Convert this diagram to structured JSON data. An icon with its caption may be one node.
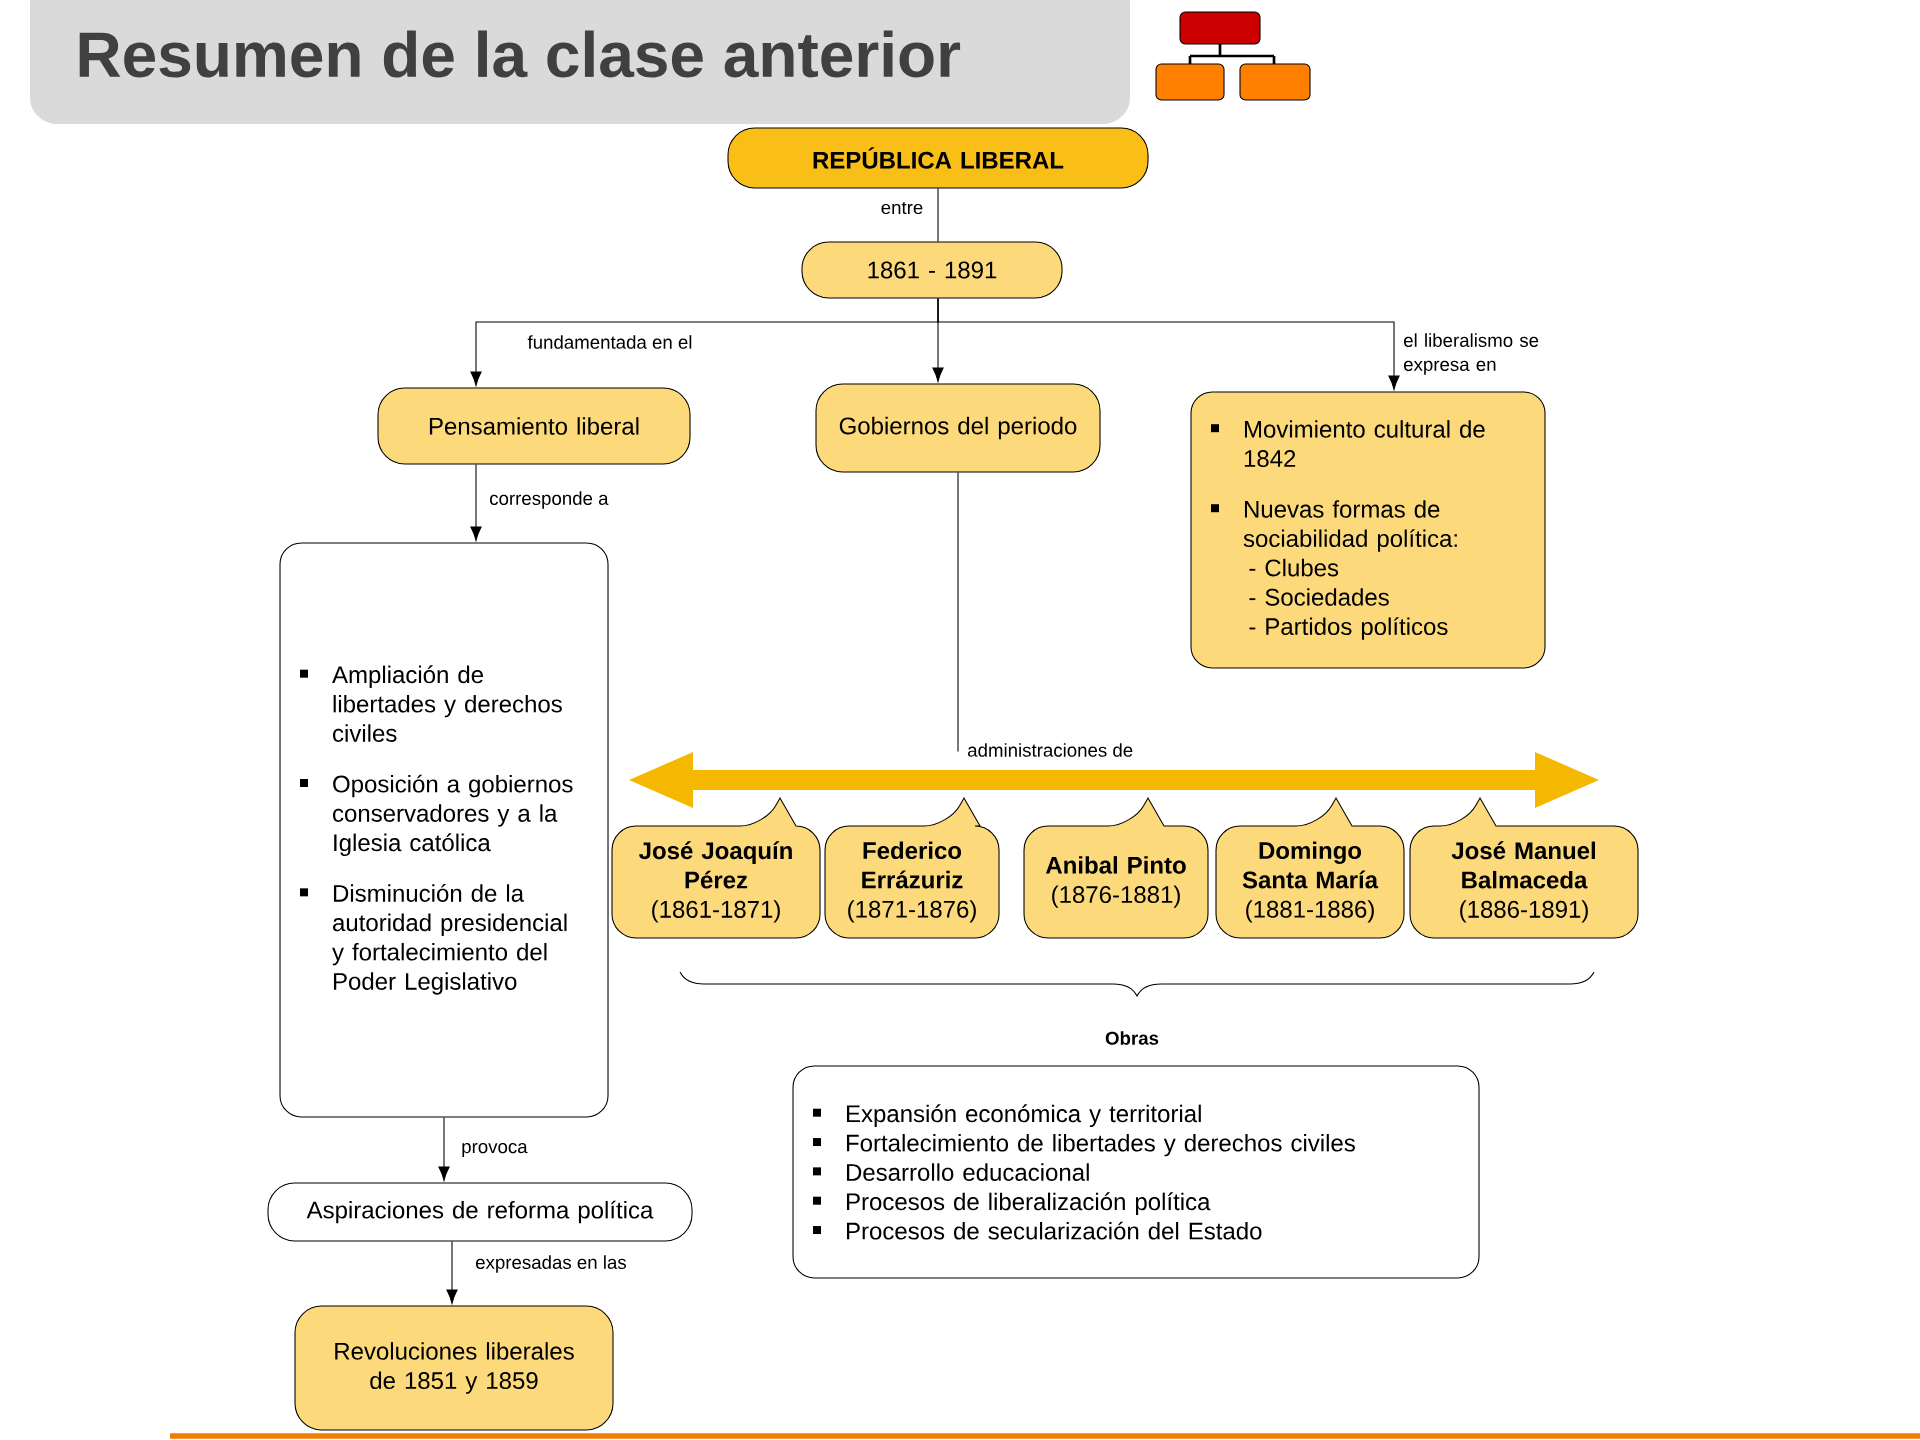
{
  "diagram": {
    "title": "Resumen de la clase anterior",
    "nodes": [
      {
        "text": [
          "REPÚBLICA LIBERAL"
        ]
      },
      {
        "text": [
          "1861 - 1891"
        ]
      },
      {
        "text": [
          "Pensamiento liberal"
        ]
      },
      {
        "text": [
          "Gobiernos del periodo"
        ]
      },
      {
        "text": [
          "Movimiento cultural de 1842",
          "Nuevas formas de sociabilidad política:",
          "- Clubes",
          "- Sociedades",
          "- Partidos políticos"
        ]
      },
      {
        "text": [
          "Ampliación de libertades y derechos civiles",
          "Oposición a gobiernos conservadores y a la Iglesia católica",
          "Disminución de la autoridad presidencial y fortalecimiento del Poder Legislativo"
        ]
      },
      {
        "text": [
          "Aspiraciones de reforma política"
        ]
      },
      {
        "text": [
          "Revoluciones liberales de 1851 y 1859"
        ]
      },
      {
        "text": [],
        "shape": "bar"
      },
      {
        "text": [
          "José Joaquín Pérez",
          "(1861-1871)"
        ]
      },
      {
        "text": [
          "Federico Errázuriz",
          "(1871-1876)"
        ]
      },
      {
        "text": [
          "Anibal Pinto",
          "(1876-1881)"
        ]
      },
      {
        "text": [
          "Domingo Santa María",
          "(1881-1886)"
        ]
      },
      {
        "text": [
          "José Manuel Balmaceda",
          "(1886-1891)"
        ]
      },
      {
        "text": [
          "Expansión económica y territorial",
          "Fortalecimiento de libertades y derechos civiles",
          "Desarrollo educacional",
          "Procesos de liberalización política",
          "Procesos de secularización del Estado"
        ]
      }
    ],
    "edges": [
      {
        "from": 0,
        "to": 1,
        "arrow": "none",
        "label": "entre"
      },
      {
        "from": 1,
        "to": 2,
        "arrow": "to",
        "label": "fundamentada en el"
      },
      {
        "from": 1,
        "to": 3,
        "arrow": "to"
      },
      {
        "from": 1,
        "to": 4,
        "arrow": "to",
        "label": "el liberalismo se expresa en"
      },
      {
        "from": 2,
        "to": 5,
        "arrow": "to",
        "label": "corresponde a"
      },
      {
        "from": 3,
        "to": 8,
        "arrow": "none",
        "label": "administraciones de"
      },
      {
        "from": 5,
        "to": 6,
        "arrow": "to",
        "label": "provoca"
      },
      {
        "from": 6,
        "to": 7,
        "arrow": "to",
        "label": "expresadas en las"
      }
    ],
    "labels": [
      "Obras"
    ]
  }
}
